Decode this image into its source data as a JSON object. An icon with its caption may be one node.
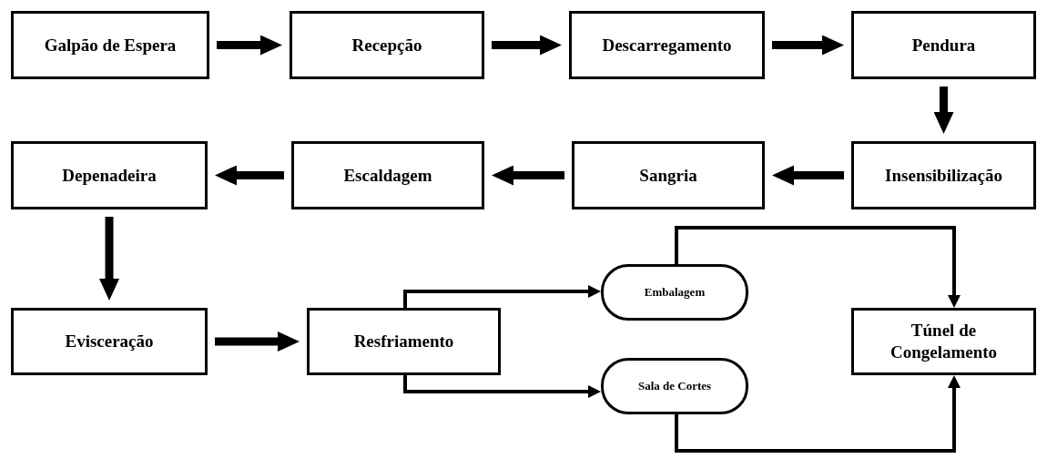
{
  "diagram": {
    "nodes": [
      {
        "text": [
          "Galpão de Espera"
        ]
      },
      {
        "text": [
          "Recepção"
        ]
      },
      {
        "text": [
          "Descarregamento"
        ]
      },
      {
        "text": [
          "Pendura"
        ]
      },
      {
        "text": [
          "Depenadeira"
        ]
      },
      {
        "text": [
          "Escaldagem"
        ]
      },
      {
        "text": [
          "Sangria"
        ]
      },
      {
        "text": [
          "Insensibilização"
        ]
      },
      {
        "text": [
          "Evisceração"
        ]
      },
      {
        "text": [
          "Resfriamento"
        ]
      },
      {
        "text": [
          "Embalagem"
        ]
      },
      {
        "text": [
          "Sala de Cortes"
        ]
      },
      {
        "text": [
          "Túnel de Congelamento"
        ]
      }
    ],
    "edges": [
      {
        "from": 0,
        "to": 1,
        "arrow": "to"
      },
      {
        "from": 1,
        "to": 2,
        "arrow": "to"
      },
      {
        "from": 2,
        "to": 3,
        "arrow": "to"
      },
      {
        "from": 3,
        "to": 7,
        "arrow": "to"
      },
      {
        "from": 7,
        "to": 6,
        "arrow": "to"
      },
      {
        "from": 6,
        "to": 5,
        "arrow": "to"
      },
      {
        "from": 5,
        "to": 4,
        "arrow": "to"
      },
      {
        "from": 4,
        "to": 8,
        "arrow": "to"
      },
      {
        "from": 8,
        "to": 9,
        "arrow": "to"
      },
      {
        "from": 9,
        "to": 10,
        "arrow": "to"
      },
      {
        "from": 9,
        "to": 11,
        "arrow": "to"
      },
      {
        "from": 10,
        "to": 12,
        "arrow": "to"
      },
      {
        "from": 11,
        "to": 12,
        "arrow": "to"
      }
    ]
  }
}
